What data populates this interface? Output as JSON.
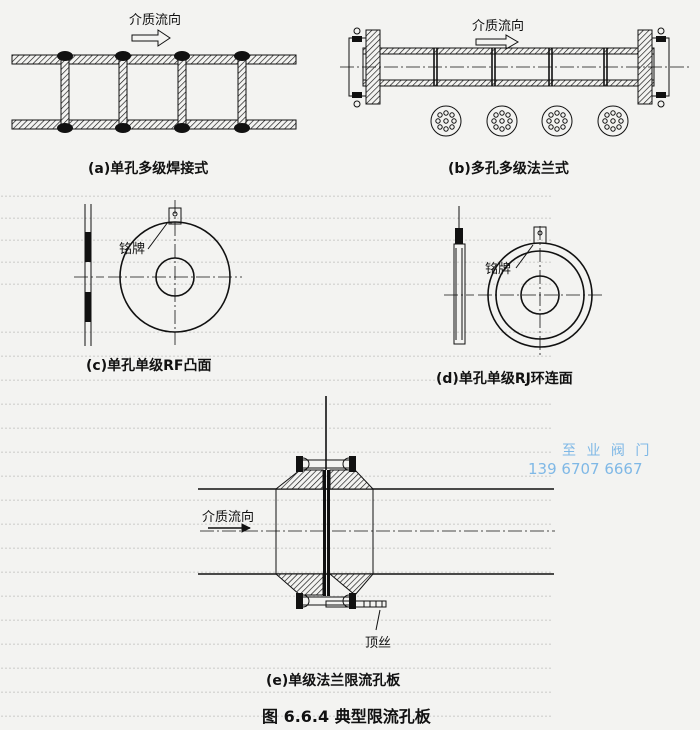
{
  "panels": {
    "a": {
      "caption": "(a)单孔多级焊接式",
      "flow_label": "介质流向"
    },
    "b": {
      "caption": "(b)多孔多级法兰式",
      "flow_label": "介质流向"
    },
    "c": {
      "caption": "(c)单孔单级RF凸面",
      "nameplate_label": "铭牌"
    },
    "d": {
      "caption": "(d)单孔单级RJ环连面",
      "nameplate_label": "铭牌"
    },
    "e": {
      "caption": "(e)单级法兰限流孔板",
      "flow_label": "介质流向",
      "screw_label": "顶丝"
    }
  },
  "figure_title": "图 6.6.4   典型限流孔板",
  "watermark": {
    "line1": "至 业 阀 门",
    "line2": "139 6707 6667"
  }
}
